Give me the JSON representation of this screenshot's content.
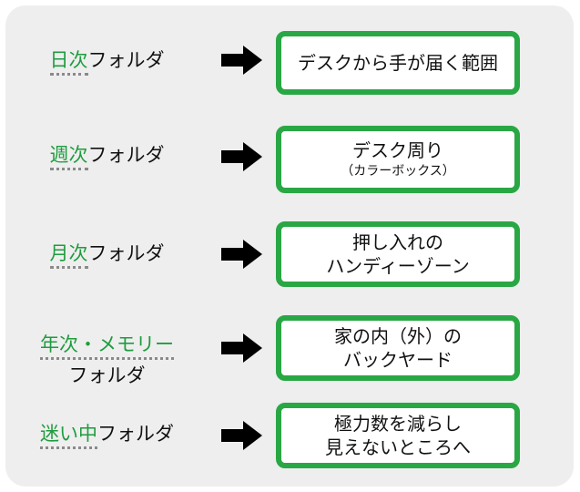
{
  "rows": [
    {
      "label_highlight": "日次",
      "label_rest": "フォルダ",
      "box_line1": "デスクから手が届く範囲",
      "box_line2": ""
    },
    {
      "label_highlight": "週次",
      "label_rest": "フォルダ",
      "box_line1": "デスク周り",
      "box_line2": "（カラーボックス）"
    },
    {
      "label_highlight": "月次",
      "label_rest": "フォルダ",
      "box_line1": "押し入れの",
      "box_line2": "ハンディーゾーン"
    },
    {
      "label_highlight": "年次・メモリー",
      "label_rest": "フォルダ",
      "box_line1": "家の内（外）の",
      "box_line2": "バックヤード"
    },
    {
      "label_highlight": "迷い中",
      "label_rest": "フォルダ",
      "box_line1": "極力数を減らし",
      "box_line2": "見えないところへ"
    }
  ],
  "colors": {
    "accent_green": "#2aa745",
    "label_green": "#1f9c3f",
    "panel_gray": "#eeeeee"
  },
  "icons": {
    "arrow": "right-arrow-icon"
  }
}
